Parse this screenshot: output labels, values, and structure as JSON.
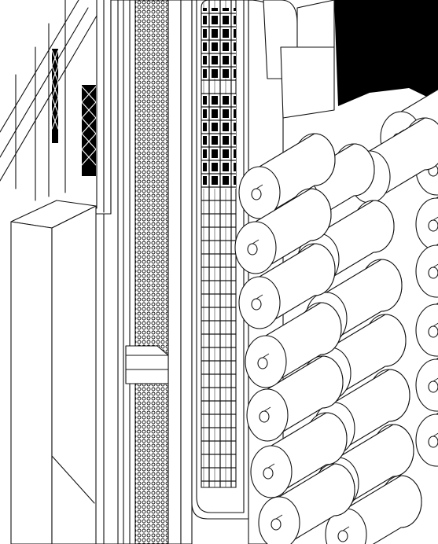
{
  "drawing": {
    "style": "axonometric line drawing",
    "stroke_color": "#111111",
    "background_color": "#ffffff",
    "void_color": "#000000",
    "elements": [
      "diagonal-railing",
      "window-mullions",
      "cross-braced-truss",
      "outer-frame-wall",
      "perforated-mesh-column",
      "vertical-column",
      "rounded-frame-cabinet",
      "grid-window-panel",
      "crossbar-beam",
      "low-plinth-block",
      "black-void",
      "stacked-cylinder-array"
    ]
  },
  "cylinders": {
    "total_visible": 22
  }
}
